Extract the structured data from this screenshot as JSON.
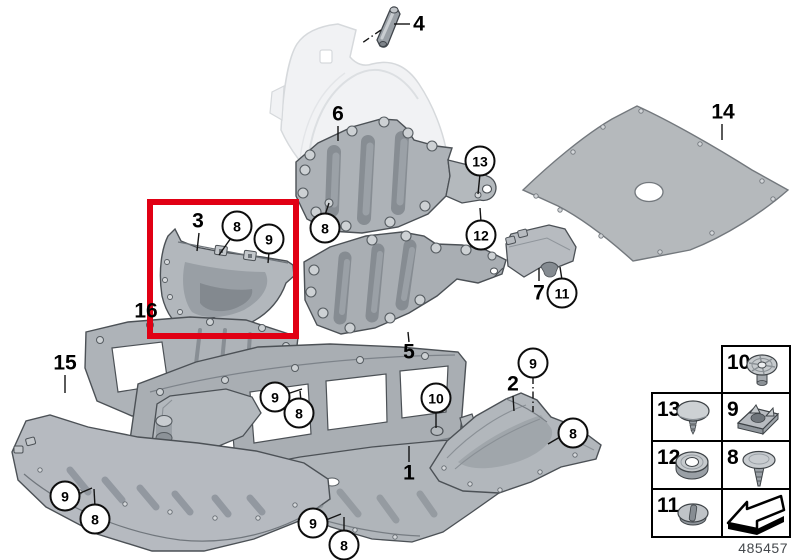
{
  "diagram": {
    "sheet_number": "485457",
    "highlight_color": "#e10014",
    "description": "underbody protection parts exploded view"
  },
  "part_labels": {
    "p1": "1",
    "p2": "2",
    "p3": "3",
    "p4": "4",
    "p5": "5",
    "p6": "6",
    "p7": "7",
    "p14": "14",
    "p15": "15",
    "p16": "16"
  },
  "callouts": {
    "c8_box": "8",
    "c9_box": "9",
    "c8_under6": "8",
    "c13": "13",
    "c12": "12",
    "c11": "11",
    "c9_mid": "9",
    "c8_mid": "8",
    "c10": "10",
    "c9_part2": "9",
    "c8_part2": "8",
    "c9_left": "9",
    "c8_left": "8",
    "c9_bottom": "9",
    "c8_bottom": "8"
  },
  "legend": {
    "cell_10": "10",
    "cell_13": "13",
    "cell_9": "9",
    "cell_12": "12",
    "cell_8": "8",
    "cell_11": "11",
    "icons": {
      "cell_10": "wheel-rivet-icon",
      "cell_13": "cap-screw-icon",
      "cell_9": "cage-nut-icon",
      "cell_12": "grommet-icon",
      "cell_8": "push-rivet-icon",
      "cell_11": "turnlock-icon",
      "arrow": "continuation-arrow-icon"
    }
  }
}
